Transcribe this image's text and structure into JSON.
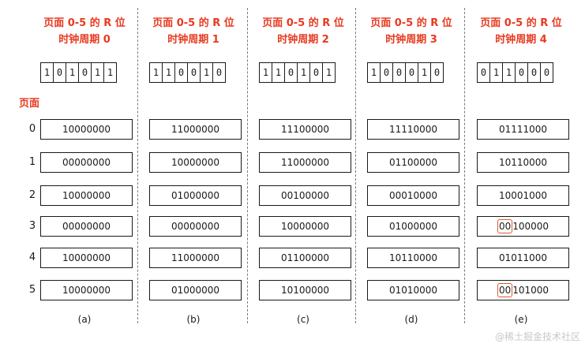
{
  "column_title": "页面 0-5 的 R 位",
  "page_label": "页面",
  "row_labels": [
    "0",
    "1",
    "2",
    "3",
    "4",
    "5"
  ],
  "columns": [
    {
      "tick": "时钟周期 0",
      "r_bits": [
        "1",
        "0",
        "1",
        "0",
        "1",
        "1"
      ],
      "counters": [
        "10000000",
        "00000000",
        "10000000",
        "00000000",
        "10000000",
        "10000000"
      ],
      "caption": "(a)"
    },
    {
      "tick": "时钟周期 1",
      "r_bits": [
        "1",
        "1",
        "0",
        "0",
        "1",
        "0"
      ],
      "counters": [
        "11000000",
        "10000000",
        "01000000",
        "00000000",
        "11000000",
        "01000000"
      ],
      "caption": "(b)"
    },
    {
      "tick": "时钟周期 2",
      "r_bits": [
        "1",
        "1",
        "0",
        "1",
        "0",
        "1"
      ],
      "counters": [
        "11100000",
        "11000000",
        "00100000",
        "10000000",
        "01100000",
        "10100000"
      ],
      "caption": "(c)"
    },
    {
      "tick": "时钟周期 3",
      "r_bits": [
        "1",
        "0",
        "0",
        "0",
        "1",
        "0"
      ],
      "counters": [
        "11110000",
        "01100000",
        "00010000",
        "01000000",
        "10110000",
        "01010000"
      ],
      "caption": "(d)"
    },
    {
      "tick": "时钟周期 4",
      "r_bits": [
        "0",
        "1",
        "1",
        "0",
        "0",
        "0"
      ],
      "counters": [
        "01111000",
        "10110000",
        "10001000",
        "00100000",
        "01011000",
        "00101000"
      ],
      "caption": "(e)",
      "highlight_rows": [
        3,
        5
      ]
    }
  ],
  "watermark": "@稀土掘金技术社区"
}
